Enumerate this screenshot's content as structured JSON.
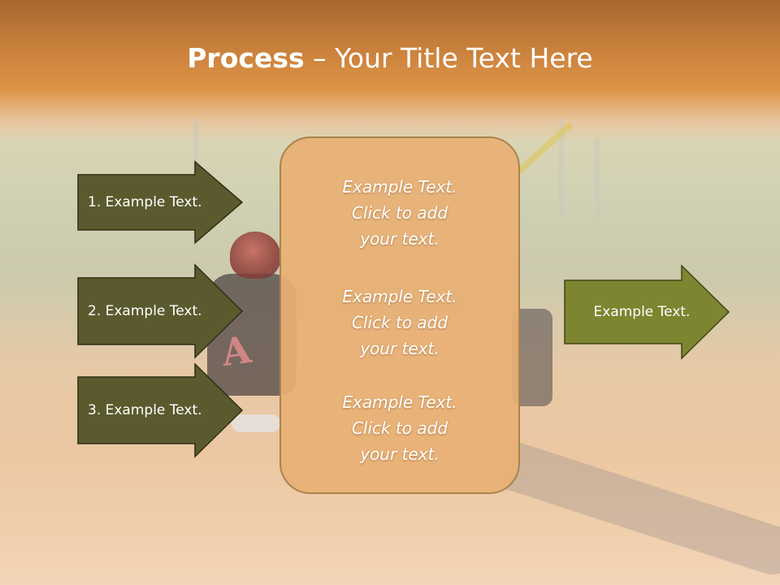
{
  "slide": {
    "title_bold": "Process",
    "title_rest": " – Your Title Text Here"
  },
  "left_steps": [
    {
      "label": "1. Example Text."
    },
    {
      "label": "2. Example Text."
    },
    {
      "label": "3. Example Text."
    }
  ],
  "center_box": {
    "items": [
      {
        "line1": "Example Text.",
        "line2": "Click  to add",
        "line3": "your text."
      },
      {
        "line1": "Example Text.",
        "line2": "Click  to add",
        "line3": "your text."
      },
      {
        "line1": "Example Text.",
        "line2": "Click  to add",
        "line3": "your text."
      }
    ]
  },
  "right_step": {
    "label": "Example Text."
  },
  "colors": {
    "left_arrow_fill": "#5a5a2e",
    "right_arrow_fill": "#7d8530",
    "center_box_fill": "#e8b074",
    "header_band": "#c9803c"
  }
}
